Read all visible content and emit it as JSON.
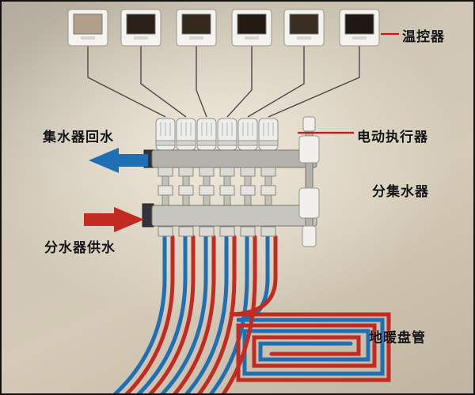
{
  "labels": {
    "thermostat": "温控器",
    "actuator": "电动执行器",
    "manifold": "分集水器",
    "floor_coil": "地暖盘管",
    "return_flow": "集水器回水",
    "supply_flow": "分水器供水"
  },
  "colors": {
    "return": "#1f6fb5",
    "supply": "#c22a22",
    "pointer": "#e01010",
    "text": "#141414"
  },
  "counts": {
    "thermostats": 6,
    "actuators": 6,
    "loops": 6
  }
}
